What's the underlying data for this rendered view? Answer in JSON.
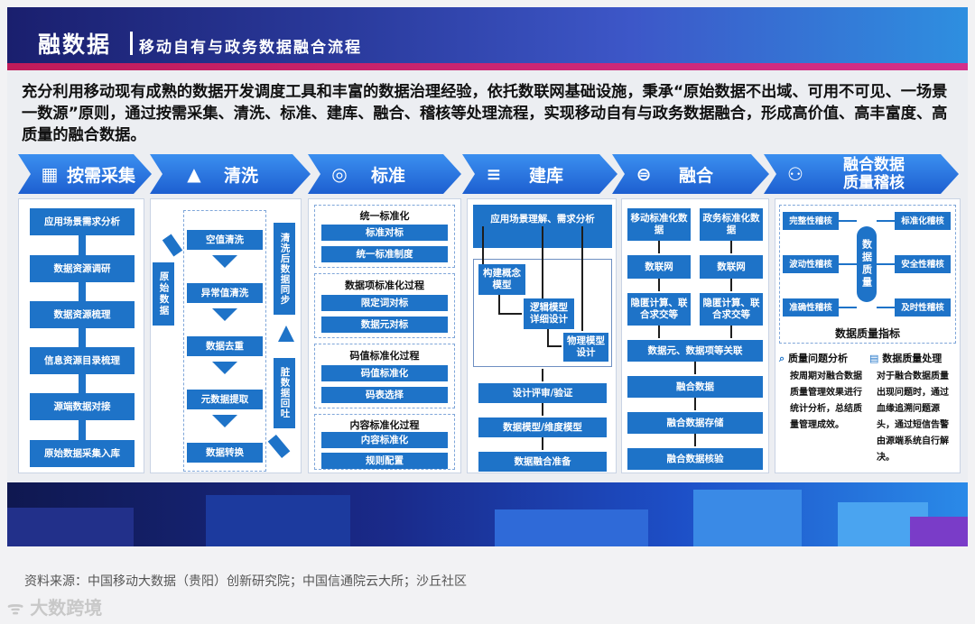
{
  "header": {
    "title": "融数据",
    "subtitle": "移动自有与政务数据融合流程"
  },
  "intro": "充分利用移动现有成熟的数据开发调度工具和丰富的数据治理经验，依托数联网基础设施，秉承“原始数据不出域、可用不可见、一场景一数源”原则，通过按需采集、清洗、标准、建库、融合、稽核等处理流程，实现移动自有与政务数据融合，形成高价值、高丰富度、高质量的融合数据。",
  "stages": [
    {
      "label": "按需采集",
      "icon": "building-icon"
    },
    {
      "label": "清洗",
      "icon": "broom-icon"
    },
    {
      "label": "标准",
      "icon": "target-icon"
    },
    {
      "label": "建库",
      "icon": "database-icon"
    },
    {
      "label": "融合",
      "icon": "merge-icon"
    },
    {
      "label": "融合数据\n质量稽核",
      "icon": "check-icon"
    }
  ],
  "collect": [
    "应用场景需求分析",
    "数据资源调研",
    "数据资源梳理",
    "信息资源目录梳理",
    "源端数据对接",
    "原始数据采集入库"
  ],
  "clean": {
    "side_left": "原始数据",
    "side_top": "清洗后数据同步",
    "side_bottom": "脏数据回吐",
    "steps": [
      "空值清洗",
      "异常值清洗",
      "数据去重",
      "元数据提取",
      "数据转换"
    ]
  },
  "standard": {
    "groups": [
      {
        "title": "统一标准化",
        "items": [
          "标准对标",
          "统一标准制度"
        ]
      },
      {
        "title": "数据项标准化过程",
        "items": [
          "限定词对标",
          "数据元对标"
        ]
      },
      {
        "title": "码值标准化过程",
        "items": [
          "码值标准化",
          "码表选择"
        ]
      },
      {
        "title": "内容标准化过程",
        "items": [
          "内容标准化",
          "规则配置"
        ]
      }
    ]
  },
  "build": {
    "top": "应用场景理解、需求分析",
    "inner": [
      "构建概念模型",
      "逻辑模型详细设计",
      "物理模型设计"
    ],
    "steps": [
      "设计评审/验证",
      "数据模型/维度模型",
      "数据融合准备"
    ]
  },
  "fuse": {
    "left": [
      "移动标准化数据",
      "数联网",
      "隐匿计算、联合求交等"
    ],
    "right": [
      "政务标准化数据",
      "数联网",
      "隐匿计算、联合求交等"
    ],
    "steps": [
      "数据元、数据项等关联",
      "融合数据",
      "融合数据存储",
      "融合数据核验"
    ]
  },
  "audit": {
    "left": [
      "完整性稽核",
      "波动性稽核",
      "准确性稽核"
    ],
    "center": "数据质量",
    "right": [
      "标准化稽核",
      "安全性稽核",
      "及时性稽核"
    ],
    "caption": "数据质量指标",
    "note1_title": "质量问题分析",
    "note1_body": "按周期对融合数据质量管理效果进行统计分析，总结质量管理成效。",
    "note2_title": "数据质量处理",
    "note2_body": "对于融合数据质量出现问题时，通过血缘追溯问题源头，通过短信告警由源端系统自行解决。"
  },
  "source": "资料来源：中国移动大数据（贵阳）创新研究院；中国信通院云大所；沙丘社区",
  "watermark": "大数跨境"
}
